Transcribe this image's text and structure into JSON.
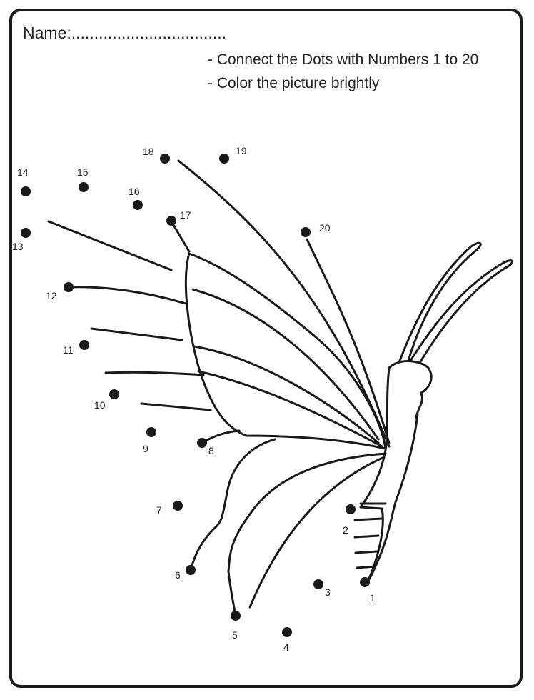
{
  "header": {
    "name_label": "Name:.................................."
  },
  "instructions": [
    "- Connect the Dots with Numbers 1 to 20",
    "- Color the picture brightly"
  ],
  "dots": [
    {
      "n": "1"
    },
    {
      "n": "2"
    },
    {
      "n": "3"
    },
    {
      "n": "4"
    },
    {
      "n": "5"
    },
    {
      "n": "6"
    },
    {
      "n": "7"
    },
    {
      "n": "8"
    },
    {
      "n": "9"
    },
    {
      "n": "10"
    },
    {
      "n": "11"
    },
    {
      "n": "12"
    },
    {
      "n": "13"
    },
    {
      "n": "14"
    },
    {
      "n": "15"
    },
    {
      "n": "16"
    },
    {
      "n": "17"
    },
    {
      "n": "18"
    },
    {
      "n": "19"
    },
    {
      "n": "20"
    }
  ],
  "colors": {
    "ink": "#1a1a1a",
    "paper": "#ffffff"
  }
}
